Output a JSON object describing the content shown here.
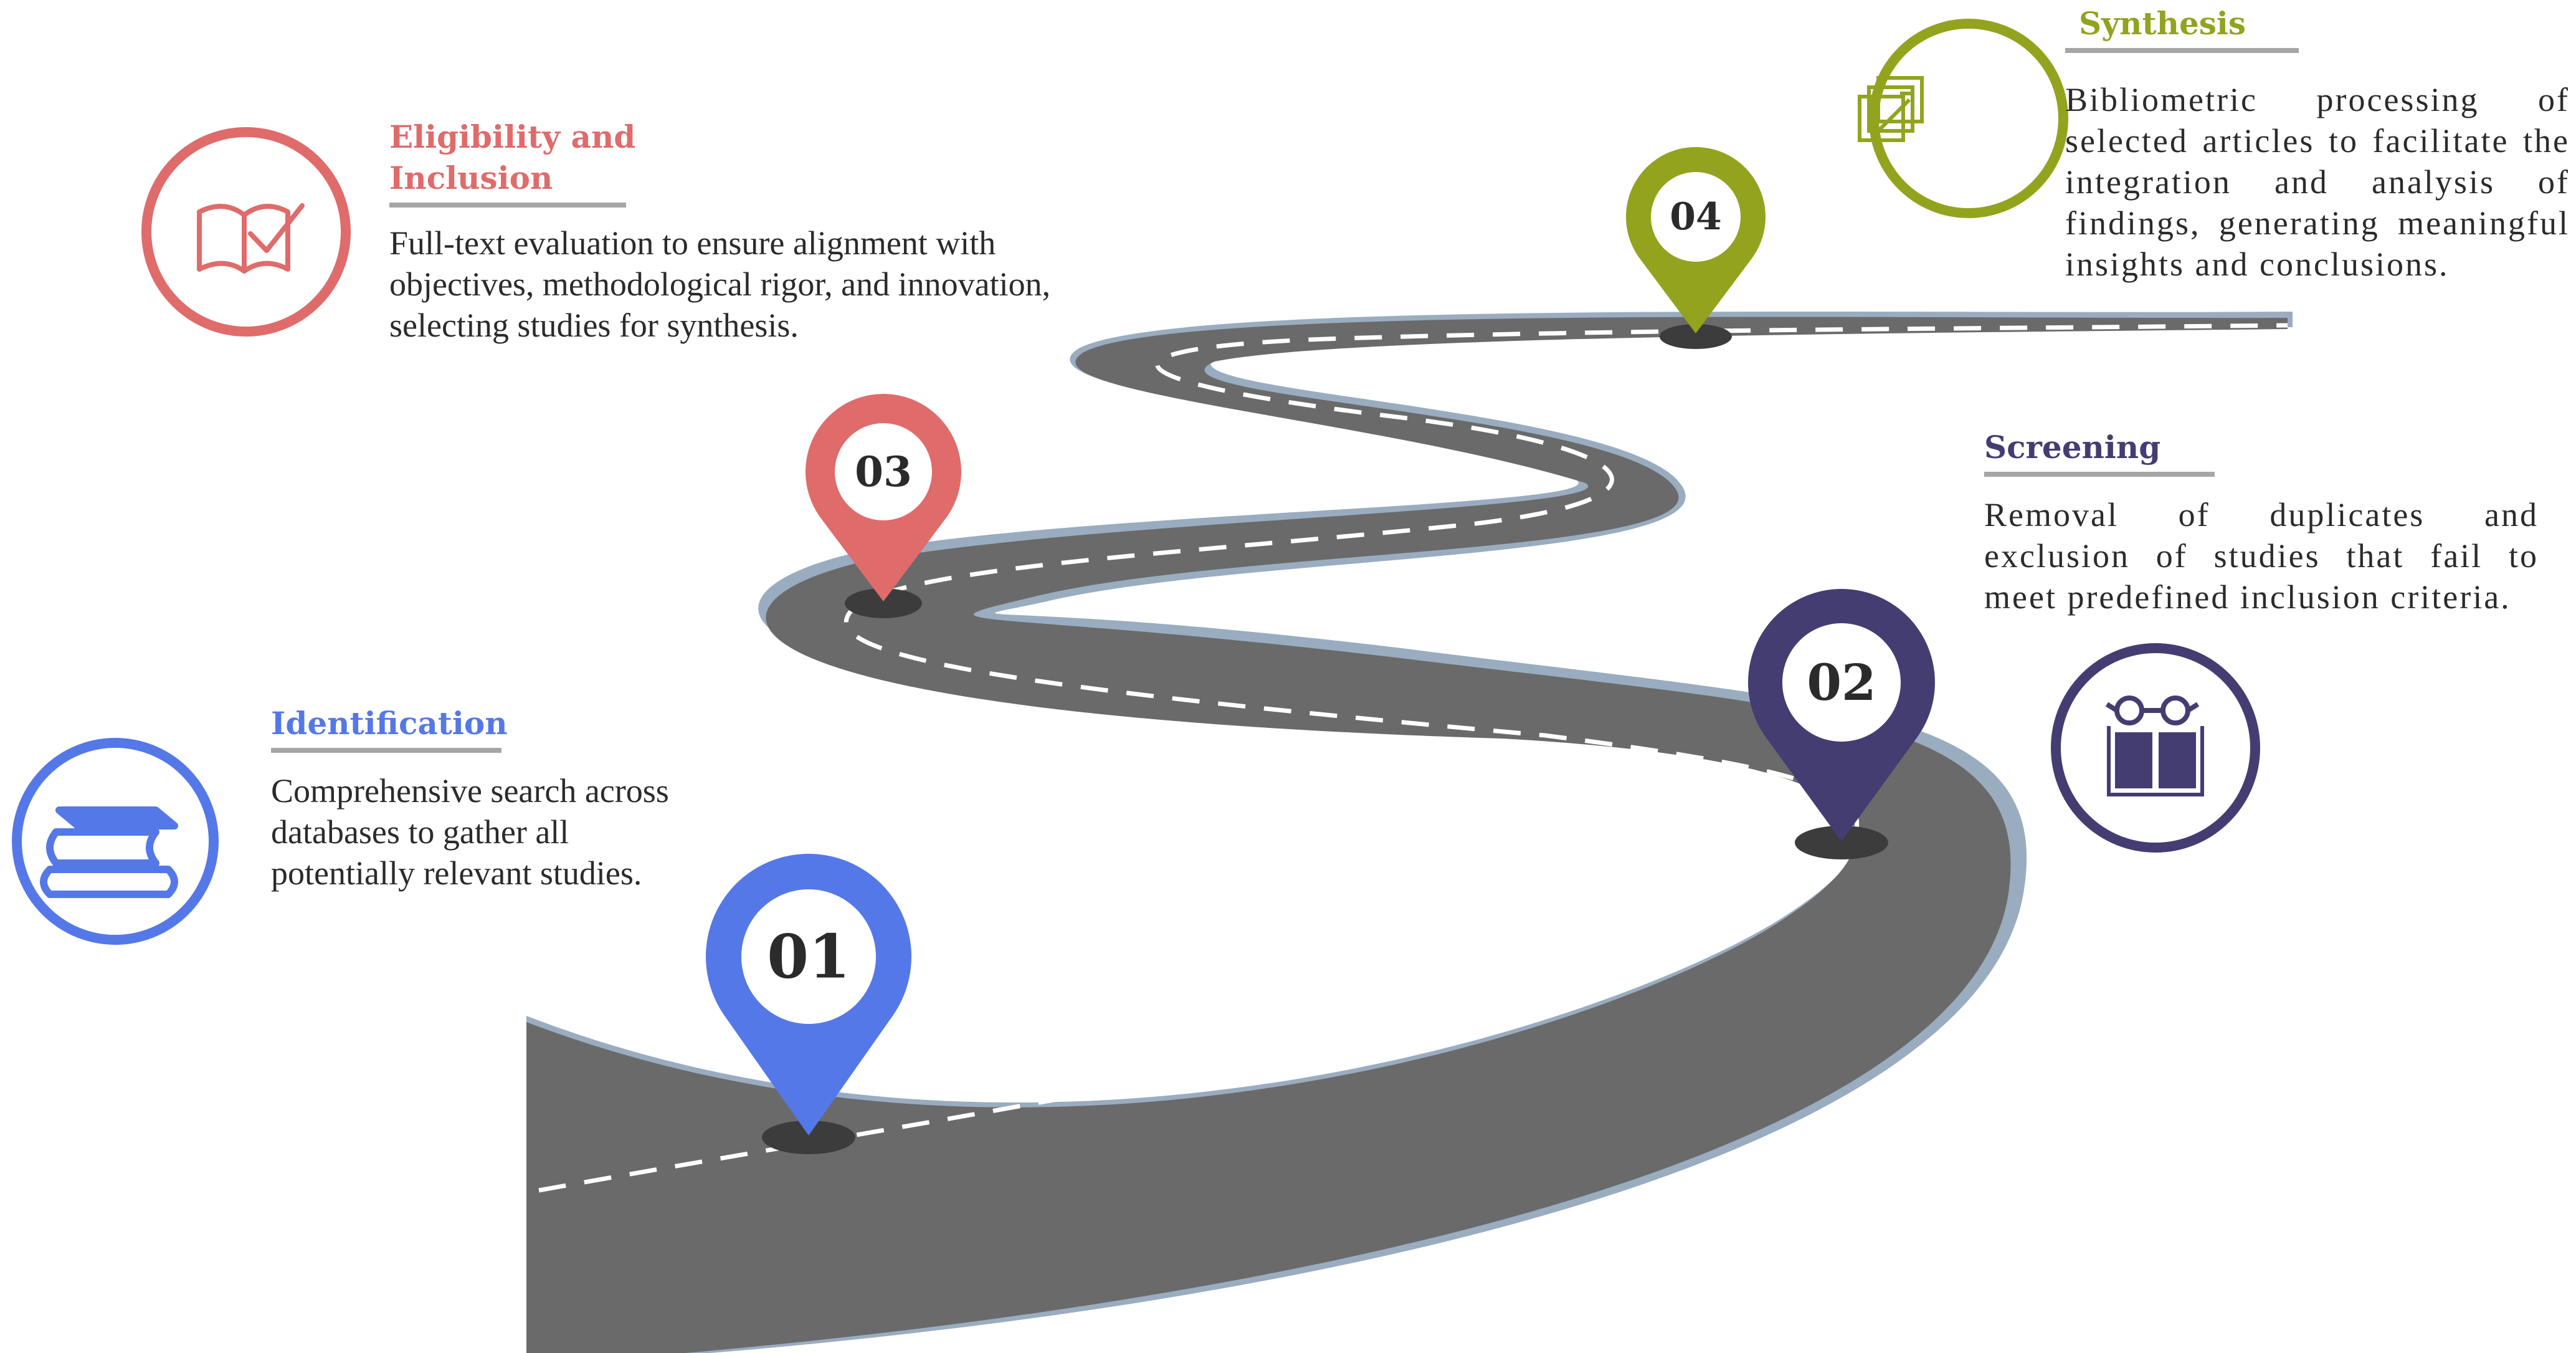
{
  "colors": {
    "identification": "#5578e8",
    "screening": "#443d72",
    "eligibility": "#e06b6b",
    "synthesis": "#93a31e",
    "road": "#6a6a6a",
    "road_edge": "#9aacc0",
    "dash": "#ffffff"
  },
  "icons": {
    "identification": "books-icon",
    "screening": "book-glasses-icon",
    "eligibility": "book-check-icon",
    "synthesis": "edit-squares-icon"
  },
  "steps": [
    {
      "key": "identification",
      "number": "01",
      "title": "Identification",
      "description": "Comprehensive search across databases to gather all potentially relevant studies."
    },
    {
      "key": "screening",
      "number": "02",
      "title": "Screening",
      "description": "Removal of duplicates and exclusion of studies that fail to meet predefined inclusion criteria."
    },
    {
      "key": "eligibility",
      "number": "03",
      "title": "Eligibility and Inclusion",
      "description": "Full-text evaluation to ensure alignment with objectives, methodological rigor, and innovation, selecting studies for synthesis."
    },
    {
      "key": "synthesis",
      "number": "04",
      "title": "Synthesis",
      "description": "Bibliometric processing of selected articles to facilitate the integration and analysis of findings, generating meaningful insights and conclusions."
    }
  ]
}
